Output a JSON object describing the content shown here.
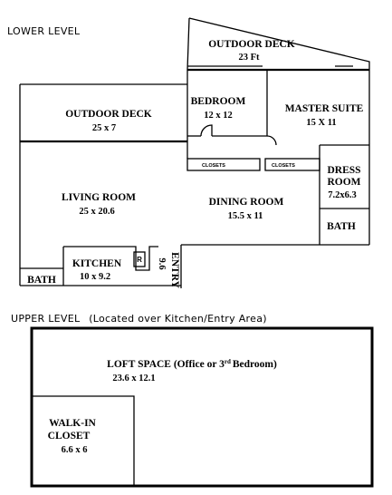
{
  "lower_level": {
    "title": "LOWER LEVEL",
    "rooms": {
      "outdoor_deck_top": {
        "name": "OUTDOOR DECK",
        "size": "23 Ft"
      },
      "bedroom": {
        "name": "BEDROOM",
        "size": "12 x 12"
      },
      "master_suite": {
        "name": "MASTER SUITE",
        "size": "15 X 11"
      },
      "outdoor_deck_left": {
        "name": "OUTDOOR DECK",
        "size": "25 x 7"
      },
      "closets_left": {
        "name": "CLOSETS"
      },
      "closets_right": {
        "name": "CLOSETS"
      },
      "dress_room": {
        "name_line1": "DRESS",
        "name_line2": "ROOM",
        "size": "7.2x6.3"
      },
      "living_room": {
        "name": "LIVING ROOM",
        "size": "25 x 20.6"
      },
      "dining_room": {
        "name": "DINING ROOM",
        "size": "15.5 x 11"
      },
      "bath_right": {
        "name": "BATH"
      },
      "kitchen": {
        "name": "KITCHEN",
        "size": "10 x 9.2"
      },
      "fridge": {
        "name": "R"
      },
      "bath_left": {
        "name": "BATH"
      },
      "entry": {
        "name": "ENTRY",
        "size": "9.6"
      }
    }
  },
  "upper_level": {
    "title": "UPPER LEVEL",
    "subtitle": "(Located over Kitchen/Entry Area)",
    "rooms": {
      "loft": {
        "name": "LOFT SPACE (Office or 3",
        "name_sup": "rd",
        "name_end": "Bedroom)",
        "size": "23.6 x 12.1"
      },
      "walk_in_closet": {
        "name_line1": "WALK-IN",
        "name_line2": "CLOSET",
        "size": "6.6 x 6"
      }
    }
  }
}
